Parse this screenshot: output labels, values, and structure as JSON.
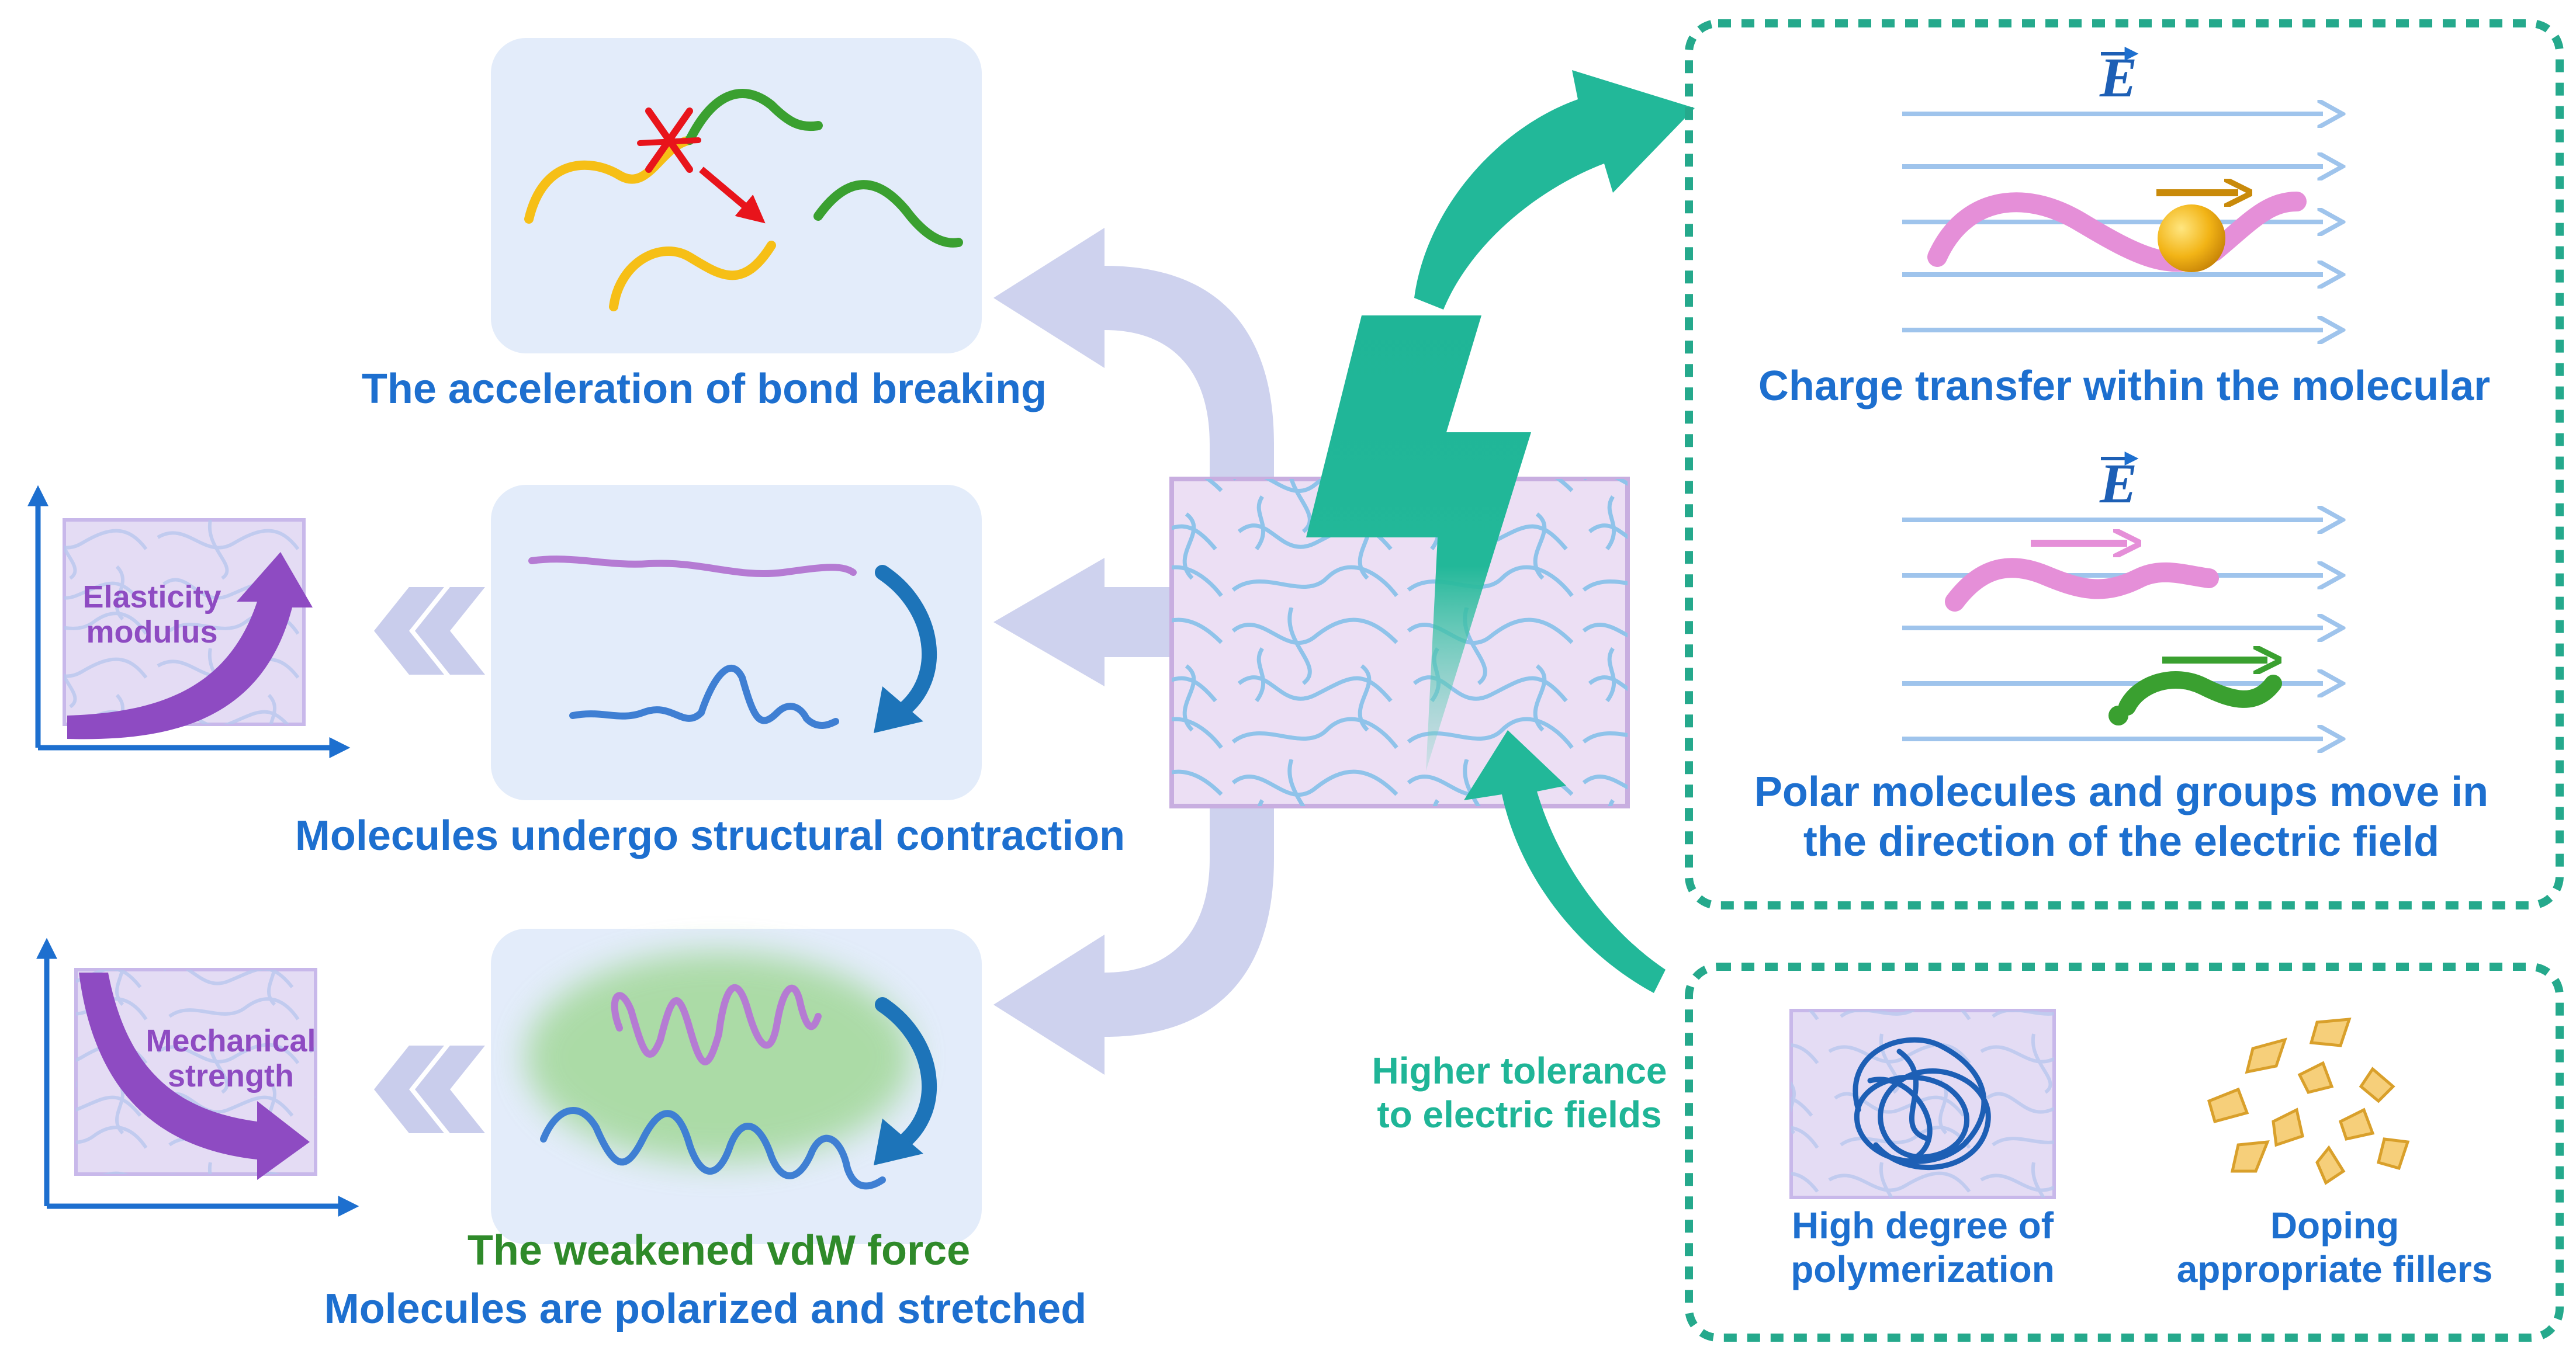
{
  "left_panels": {
    "bond_breaking": {
      "caption": "The acceleration of bond breaking"
    },
    "contraction": {
      "caption": "Molecules undergo structural contraction"
    },
    "vdw": {
      "caption_line1": "The weakened vdW force",
      "caption_line2": "Molecules are polarized and stretched"
    }
  },
  "graphs": {
    "elasticity": {
      "label_line1": "Elasticity",
      "label_line2": "modulus",
      "trend": "increase"
    },
    "strength": {
      "label_line1": "Mechanical",
      "label_line2": "strength",
      "trend": "decrease"
    }
  },
  "field_symbol": "E",
  "right_panels": {
    "charge_transfer": {
      "caption": "Charge transfer within the molecular"
    },
    "polar_move": {
      "caption_line1": "Polar molecules and groups move in",
      "caption_line2": "the direction of the electric field"
    }
  },
  "tolerance": {
    "label_line1": "Higher tolerance",
    "label_line2": "to electric fields",
    "high_polymerization": {
      "line1": "High degree of",
      "line2": "polymerization"
    },
    "fillers": {
      "line1": "Doping",
      "line2": "appropriate fillers"
    }
  },
  "colors": {
    "teal": "#1fb597",
    "teal_dark": "#0f8d74",
    "caption_blue": "#1d6fcf",
    "vdw_green": "#2f8a2a",
    "purple": "#8e4bc2",
    "lavender_arrow": "#c9cdec",
    "panel_bg": "#e3ecfa",
    "field_line": "#9fc4ec"
  }
}
